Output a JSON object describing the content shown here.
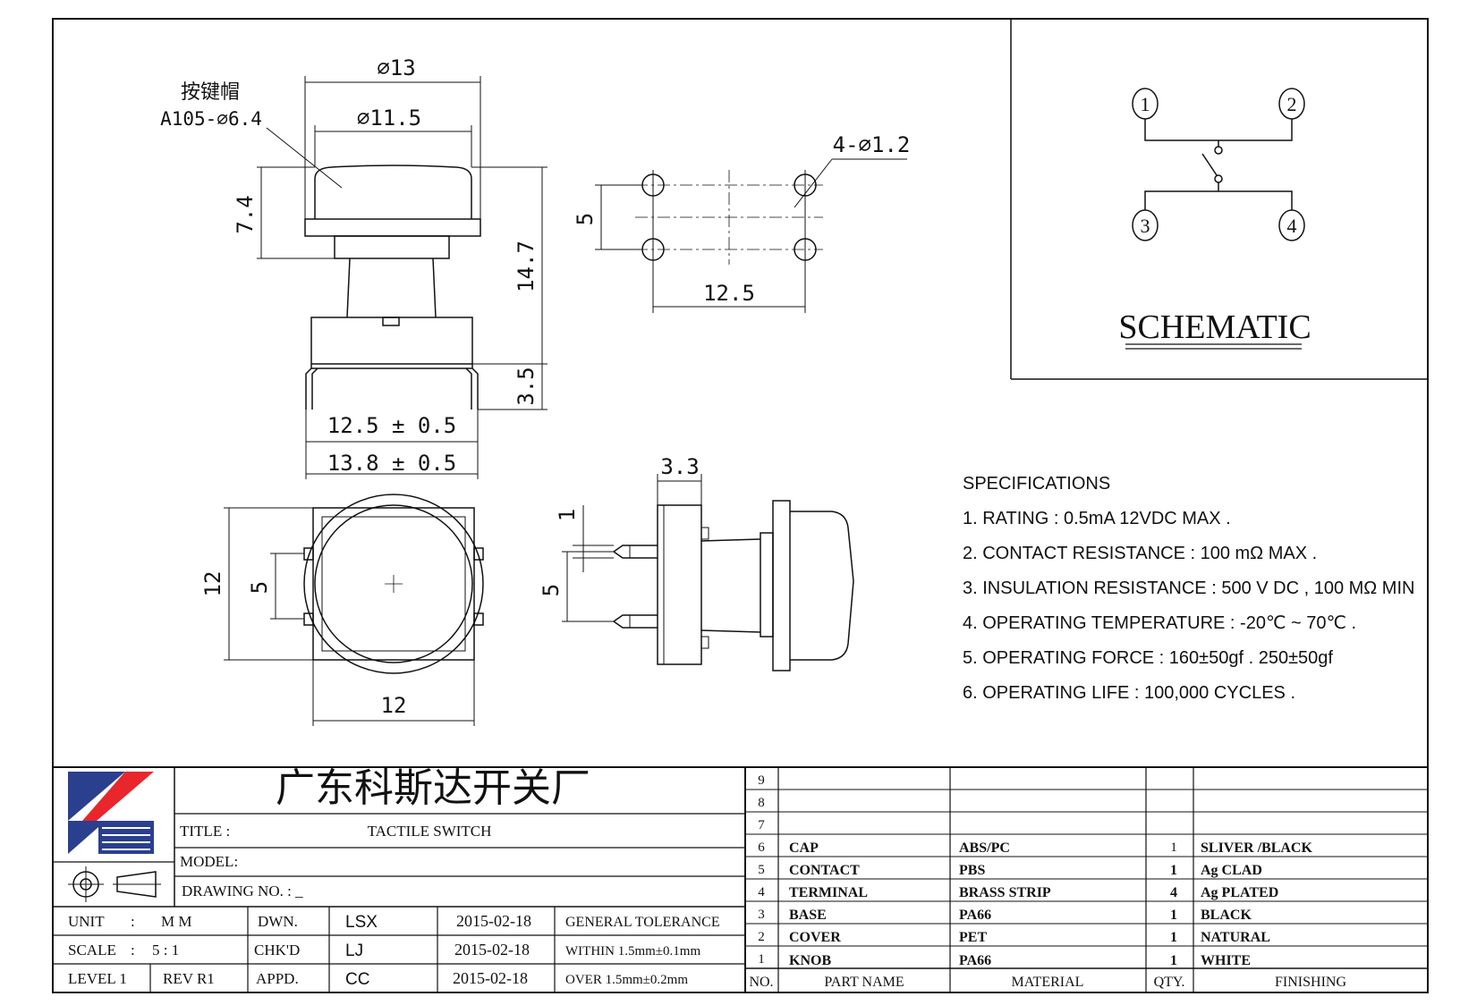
{
  "drawing": {
    "cap_label_cn": "按键帽",
    "cap_label_part": "A105-⌀6.4",
    "dims": {
      "d13": "⌀13",
      "d11_5": "⌀11.5",
      "h7_4": "7.4",
      "h14_7": "14.7",
      "h3_5": "3.5",
      "w12_5_tol": "12.5 ± 0.5",
      "w13_8_tol": "13.8 ± 0.5",
      "holes": "4-⌀1.2",
      "pitch5": "5",
      "pitch12_5": "12.5",
      "d3_3": "3.3",
      "d1": "1",
      "d5_side": "5",
      "d12_v": "12",
      "d5_top": "5",
      "d12_h": "12"
    }
  },
  "schematic": {
    "title": "SCHEMATIC",
    "pins": [
      "1",
      "2",
      "3",
      "4"
    ]
  },
  "specifications": {
    "heading": "SPECIFICATIONS",
    "items": [
      "1. RATING : 0.5mA 12VDC MAX .",
      "2. CONTACT RESISTANCE : 100 mΩ MAX .",
      "3. INSULATION RESISTANCE : 500 V DC , 100 MΩ MIN",
      "4. OPERATING TEMPERATURE : -20℃ ~ 70℃ .",
      "5. OPERATING FORCE : 160±50gf . 250±50gf",
      "6. OPERATING LIFE : 100,000 CYCLES ."
    ]
  },
  "title_block": {
    "company": "广东科斯达开关厂",
    "title_label": "TITLE :",
    "title_value": "TACTILE SWITCH",
    "model_label": "MODEL:",
    "drawing_no_label": "DRAWING NO. : _",
    "unit_label": "UNIT",
    "unit_colon": ":",
    "unit_value": "M M",
    "scale_label": "SCALE",
    "scale_colon": ":",
    "scale_value": "5 : 1",
    "level_label": "LEVEL 1",
    "rev_label": "REV R1",
    "dwn_label": "DWN.",
    "chk_label": "CHK'D",
    "appd_label": "APPD.",
    "dwn_name": "LSX",
    "chk_name": "LJ",
    "appd_name": "CC",
    "dwn_date": "2015-02-18",
    "chk_date": "2015-02-18",
    "appd_date": "2015-02-18",
    "tol_label": "GENERAL TOLERANCE",
    "tol_within": "WITHIN 1.5mm±0.1mm",
    "tol_over": "OVER 1.5mm±0.2mm"
  },
  "bom": {
    "headers": {
      "no": "NO.",
      "part": "PART NAME",
      "material": "MATERIAL",
      "qty": "QTY.",
      "finish": "FINISHING"
    },
    "rows": [
      {
        "no": "9",
        "part": "",
        "material": "",
        "qty": "",
        "finish": ""
      },
      {
        "no": "8",
        "part": "",
        "material": "",
        "qty": "",
        "finish": ""
      },
      {
        "no": "7",
        "part": "",
        "material": "",
        "qty": "",
        "finish": ""
      },
      {
        "no": "6",
        "part": "CAP",
        "material": "ABS/PC",
        "qty": "1",
        "finish": "SLIVER /BLACK"
      },
      {
        "no": "5",
        "part": "CONTACT",
        "material": "PBS",
        "qty": "1",
        "finish": "Ag CLAD"
      },
      {
        "no": "4",
        "part": "TERMINAL",
        "material": "BRASS STRIP",
        "qty": "4",
        "finish": "Ag PLATED"
      },
      {
        "no": "3",
        "part": "BASE",
        "material": "PA66",
        "qty": "1",
        "finish": "BLACK"
      },
      {
        "no": "2",
        "part": "COVER",
        "material": "PET",
        "qty": "1",
        "finish": "NATURAL"
      },
      {
        "no": "1",
        "part": "KNOB",
        "material": "PA66",
        "qty": "1",
        "finish": "WHITE"
      }
    ]
  },
  "colors": {
    "logo_blue": "#2b3f8f",
    "logo_red": "#e8262b",
    "line": "#111111"
  }
}
